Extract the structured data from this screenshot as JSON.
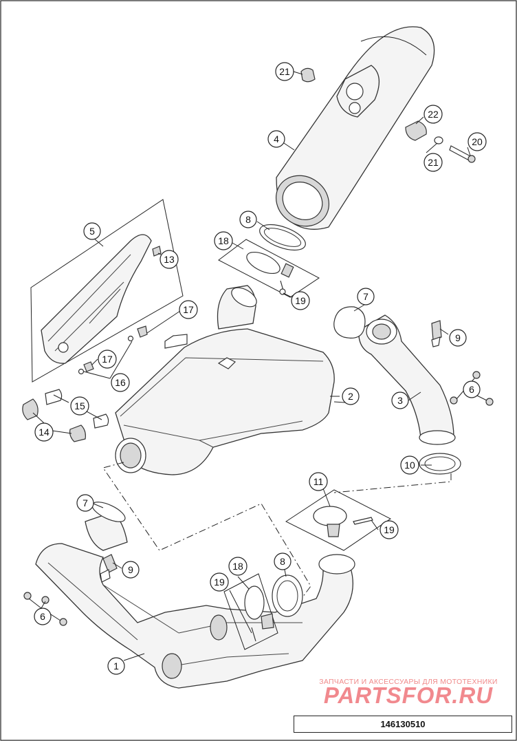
{
  "diagram": {
    "callout_labels": {
      "c1": "1",
      "c2": "2",
      "c3": "3",
      "c4": "4",
      "c5": "5",
      "c6a": "6",
      "c6b": "6",
      "c7a": "7",
      "c7b": "7",
      "c8a": "8",
      "c8b": "8",
      "c9a": "9",
      "c9b": "9",
      "c10": "10",
      "c11": "11",
      "c13": "13",
      "c14": "14",
      "c15": "15",
      "c16": "16",
      "c17a": "17",
      "c17b": "17",
      "c18a": "18",
      "c18b": "18",
      "c19a": "19",
      "c19b": "19",
      "c19c": "19",
      "c20": "20",
      "c21a": "21",
      "c21b": "21",
      "c22": "22"
    }
  },
  "watermark": {
    "tagline": "ЗАПЧАСТИ И АКСЕССУАРЫ ДЛЯ МОТОТЕХНИКИ",
    "brand": "PARTSFOR.RU"
  },
  "document": {
    "number": "146130510"
  }
}
